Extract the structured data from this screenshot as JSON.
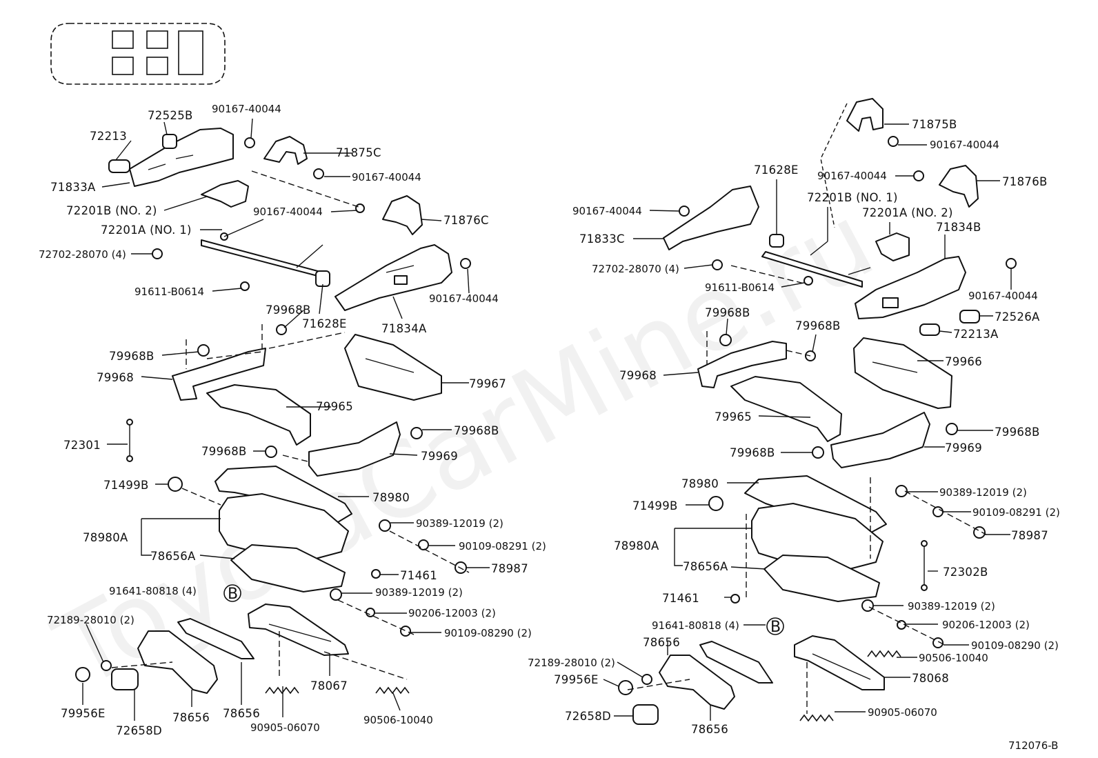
{
  "diagram_id": "712076-B",
  "watermark": "ToyotaCarMine.ru",
  "callout": "B",
  "labels": {
    "l_72213": "72213",
    "l_72525B": "72525B",
    "l_90167_a": "90167-40044",
    "l_71875C": "71875C",
    "l_90167_b": "90167-40044",
    "l_71833A": "71833A",
    "l_72201B_2": "72201B (NO. 2)",
    "l_90167_c": "90167-40044",
    "l_71876C": "71876C",
    "l_72201A_1": "72201A (NO. 1)",
    "l_72702_l": "72702-28070 (4)",
    "l_91611_l": "91611-B0614",
    "l_90167_d": "90167-40044",
    "l_79968B_a": "79968B",
    "l_71628E_l": "71628E",
    "l_71834A": "71834A",
    "l_79968B_b": "79968B",
    "l_79968_l": "79968",
    "l_79967": "79967",
    "l_79965_l": "79965",
    "l_79968B_c": "79968B",
    "l_72301": "72301",
    "l_79968B_d": "79968B",
    "l_79969_l": "79969",
    "l_71499B_l": "71499B",
    "l_78980_l": "78980",
    "l_90389_a": "90389-12019 (2)",
    "l_78980A_l": "78980A",
    "l_90109_91_l": "90109-08291 (2)",
    "l_78656A_l": "78656A",
    "l_78987_l": "78987",
    "l_71461_l": "71461",
    "l_91641_l": "91641-80818 (4)",
    "l_90389_b": "90389-12019 (2)",
    "l_90206_l": "90206-12003 (2)",
    "l_72189_l": "72189-28010 (2)",
    "l_90109_90_l": "90109-08290 (2)",
    "l_78067": "78067",
    "l_79956E_l": "79956E",
    "l_78656_la": "78656",
    "l_78656_lb": "78656",
    "l_72658D_l": "72658D",
    "l_90905_l": "90905-06070",
    "l_90506_l": "90506-10040",
    "l_71875B": "71875B",
    "l_90167_e": "90167-40044",
    "l_90167_f": "90167-40044",
    "l_71876B": "71876B",
    "l_71628E_r": "71628E",
    "l_72201B_1": "72201B (NO. 1)",
    "l_90167_g": "90167-40044",
    "l_72201A_2": "72201A (NO. 2)",
    "l_71833C": "71833C",
    "l_71834B": "71834B",
    "l_72702_r": "72702-28070 (4)",
    "l_91611_r": "91611-B0614",
    "l_90167_h": "90167-40044",
    "l_72526A": "72526A",
    "l_72213A": "72213A",
    "l_79968B_e": "79968B",
    "l_79968B_f": "79968B",
    "l_79966": "79966",
    "l_79968_r": "79968",
    "l_79965_r": "79965",
    "l_79968B_g": "79968B",
    "l_79968B_h": "79968B",
    "l_79969_r": "79969",
    "l_78980_r": "78980",
    "l_90389_c": "90389-12019 (2)",
    "l_71499B_r": "71499B",
    "l_90109_91_r": "90109-08291 (2)",
    "l_78987_r": "78987",
    "l_78980A_r": "78980A",
    "l_78656A_r": "78656A",
    "l_72302B": "72302B",
    "l_71461_r": "71461",
    "l_90389_d": "90389-12019 (2)",
    "l_91641_r": "91641-80818 (4)",
    "l_90206_r": "90206-12003 (2)",
    "l_78656_ra": "78656",
    "l_90109_90_r": "90109-08290 (2)",
    "l_90506_r": "90506-10040",
    "l_72189_r": "72189-28010 (2)",
    "l_79956E_r": "79956E",
    "l_78068": "78068",
    "l_72658D_r": "72658D",
    "l_90905_r": "90905-06070",
    "l_78656_rb": "78656"
  }
}
